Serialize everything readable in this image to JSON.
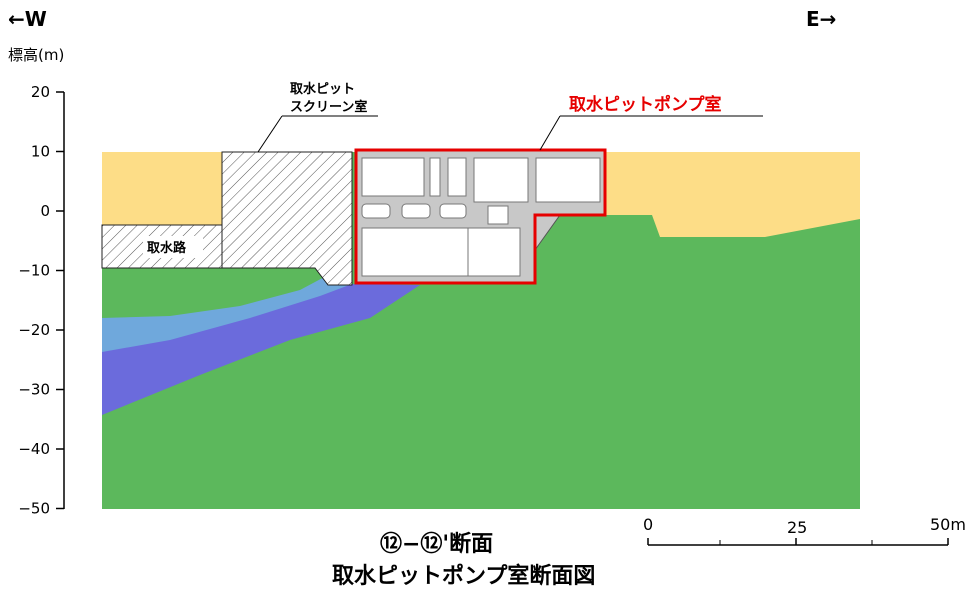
{
  "direction": {
    "west": "←W",
    "east": "E→"
  },
  "axis": {
    "label": "標高(m)",
    "ticks": [
      "20",
      "10",
      "0",
      "−10",
      "−20",
      "−30",
      "−40",
      "−50"
    ]
  },
  "labels": {
    "screen_room_line1": "取水ピット",
    "screen_room_line2": "スクリーン室",
    "pump_room": "取水ピットポンプ室",
    "intake_channel": "取水路"
  },
  "title": {
    "line1": "⑫−⑫'断面",
    "line2": "取水ピットポンプ室断面図"
  },
  "scale": {
    "labels": [
      "0",
      "25",
      "50m"
    ]
  },
  "colors": {
    "fill_layer": "#fddd87",
    "rock": "#5cb85c",
    "layer_blue_light": "#6fa8dc",
    "layer_blue_dark": "#6b6bdc",
    "concrete": "#c8c8c8",
    "highlight": "#e60000"
  }
}
